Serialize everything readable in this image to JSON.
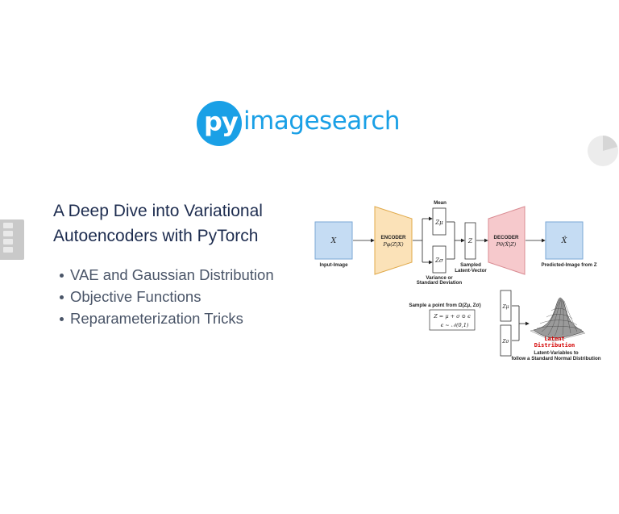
{
  "logo": {
    "py": "py",
    "word": "imagesearch"
  },
  "slide": {
    "title": "A Deep Dive into Variational Autoencoders with PyTorch",
    "bullets": [
      "VAE and Gaussian Distribution",
      "Objective Functions",
      "Reparameterization Tricks"
    ]
  },
  "diagram": {
    "input_var": "X",
    "input_label": "Input-Image",
    "encoder_title": "ENCODER",
    "encoder_formula": "Pφ(Z|X)",
    "mean_label": "Mean",
    "z_mu": "Zμ",
    "z_sigma": "Zσ",
    "variance_label_1": "Variance or",
    "variance_label_2": "Standard Deviation",
    "z_var": "Z",
    "sampled_label_1": "Sampled",
    "sampled_label_2": "Latent-Vector",
    "decoder_title": "DECODER",
    "decoder_formula": "Pθ(X̂|Z)",
    "output_var": "X̂",
    "output_label": "Predicted-Image from Z",
    "sample_text": "Sample a point from Ω(Zμ, Zσ)",
    "eq1": "Z = μ + σ ⊙ ϵ",
    "eq2": "ϵ ~ 𝒩(0,1)",
    "latent_1": "Latent",
    "latent_2": "Distribution",
    "latent_caption_1": "Latent-Variables to",
    "latent_caption_2": "follow a Standard Normal Distribution"
  },
  "colors": {
    "brand": "#1aa0e6",
    "input_box": "#c5dcf3",
    "encoder": "#fbe2b8",
    "decoder": "#f6c9cc",
    "latent_red": "#d40000"
  }
}
